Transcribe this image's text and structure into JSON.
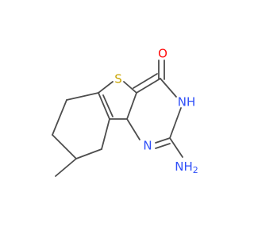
{
  "molecule": {
    "colors": {
      "bond": "#4d4d4d",
      "S": "#c8a400",
      "O": "#ff0d0d",
      "N": "#3050f8"
    },
    "atom_labels": {
      "sulfur": "S",
      "oxygen": "O",
      "ring_nh": "NH",
      "ring_n": "N",
      "amino": "NH",
      "amino_subscript": "2"
    }
  }
}
